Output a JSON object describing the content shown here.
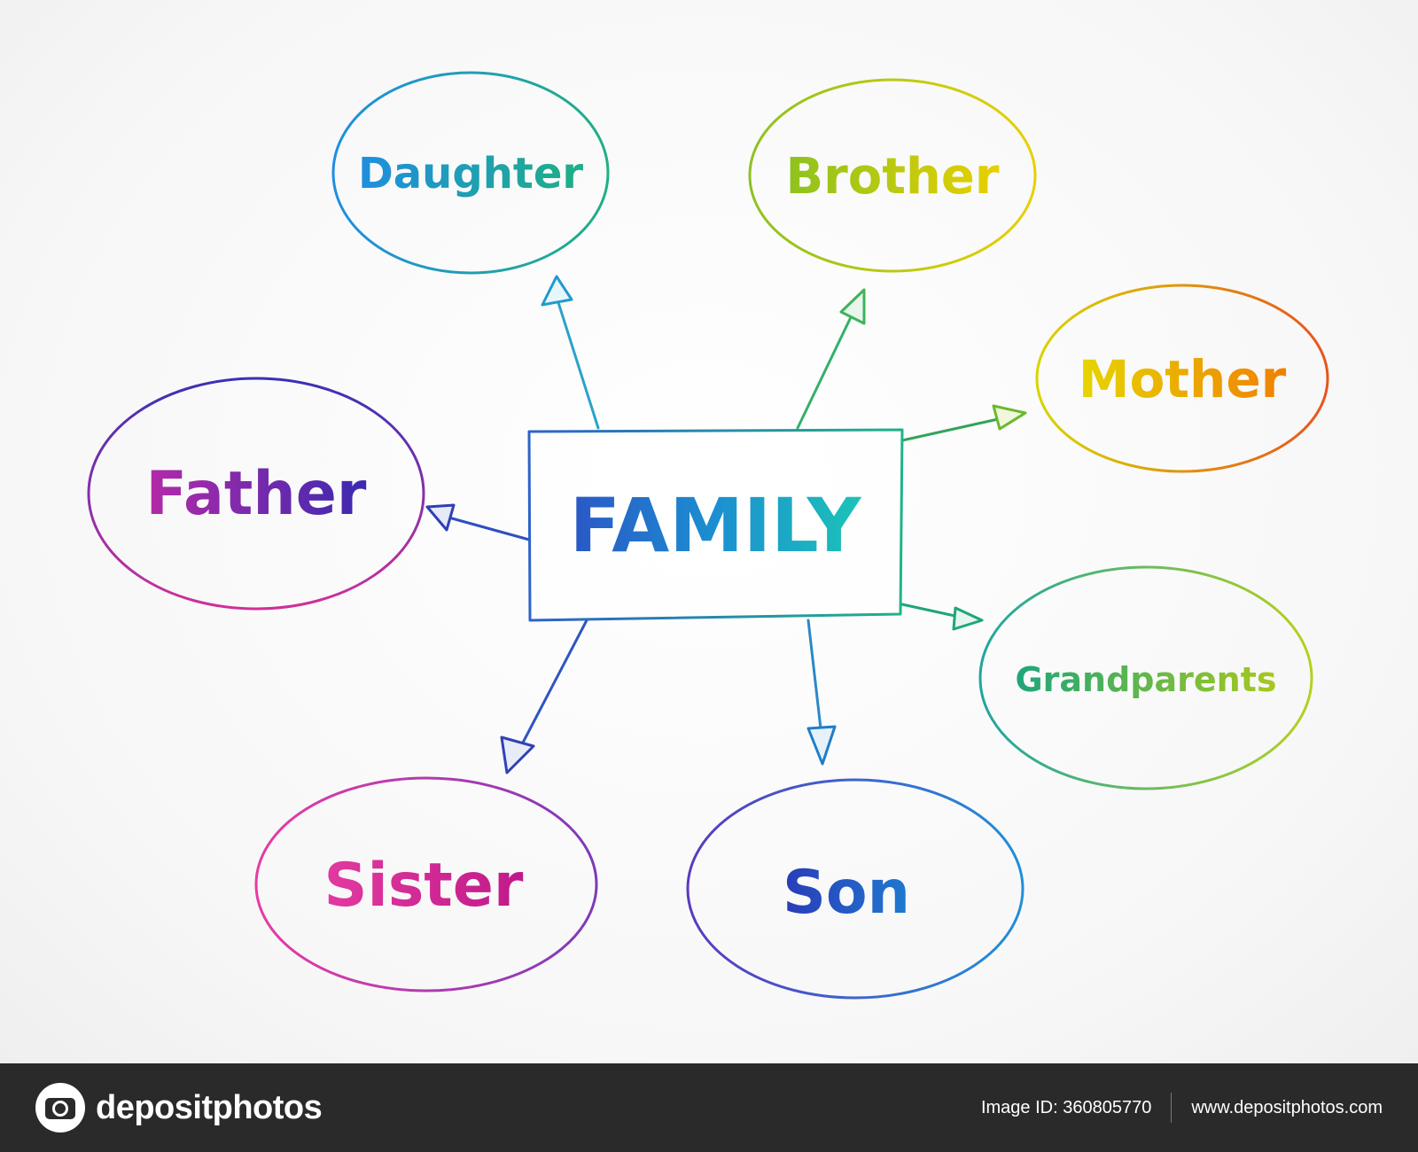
{
  "diagram": {
    "center": {
      "label": "FAMILY"
    },
    "nodes": [
      {
        "id": "daughter",
        "label": "Daughter"
      },
      {
        "id": "brother",
        "label": "Brother"
      },
      {
        "id": "mother",
        "label": "Mother"
      },
      {
        "id": "grandparents",
        "label": "Grandparents"
      },
      {
        "id": "son",
        "label": "Son"
      },
      {
        "id": "sister",
        "label": "Sister"
      },
      {
        "id": "father",
        "label": "Father"
      }
    ],
    "edges": [
      {
        "from": "FAMILY",
        "to": "Daughter"
      },
      {
        "from": "FAMILY",
        "to": "Brother"
      },
      {
        "from": "FAMILY",
        "to": "Mother"
      },
      {
        "from": "FAMILY",
        "to": "Grandparents"
      },
      {
        "from": "FAMILY",
        "to": "Son"
      },
      {
        "from": "FAMILY",
        "to": "Sister"
      },
      {
        "from": "FAMILY",
        "to": "Father"
      }
    ]
  },
  "footer": {
    "brand": "depositphotos",
    "image_id": "Image ID: 360805770",
    "url": "www.depositphotos.com"
  }
}
